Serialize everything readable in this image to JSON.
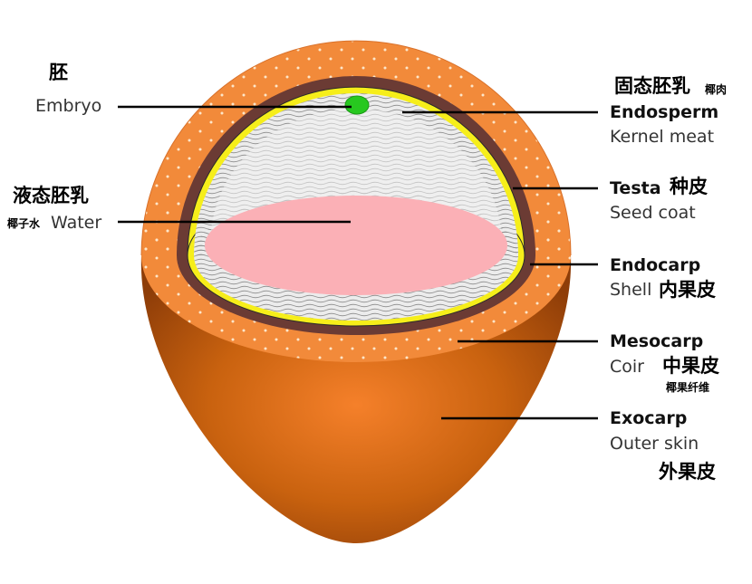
{
  "labels": {
    "embryo": {
      "zh": "胚",
      "en": "Embryo"
    },
    "water": {
      "zh": "液态胚乳",
      "zh_small": "椰子水",
      "en": "Water"
    },
    "endosperm": {
      "zh": "固态胚乳",
      "zh_small": "椰肉",
      "en": "Endosperm",
      "desc": "Kernel meat"
    },
    "testa": {
      "en": "Testa",
      "zh": "种皮",
      "desc": "Seed coat"
    },
    "endocarp": {
      "en": "Endocarp",
      "desc": "Shell",
      "zh": "内果皮"
    },
    "mesocarp": {
      "en": "Mesocarp",
      "desc": "Coir",
      "zh": "中果皮",
      "zh_small": "椰果纤维"
    },
    "exocarp": {
      "en": "Exocarp",
      "desc": "Outer skin",
      "zh": "外果皮"
    }
  },
  "colors": {
    "exocarp": "#b65410",
    "exocarp_highlight": "#f47f24",
    "mesocarp": "#f28a3a",
    "mesocarp_dots": "#fde6c9",
    "endocarp": "#6b3b34",
    "testa": "#f6ee1a",
    "endosperm": "#e9e9e9",
    "water": "#fbb0b6",
    "embryo": "#27c81f",
    "leader": "#000000"
  }
}
